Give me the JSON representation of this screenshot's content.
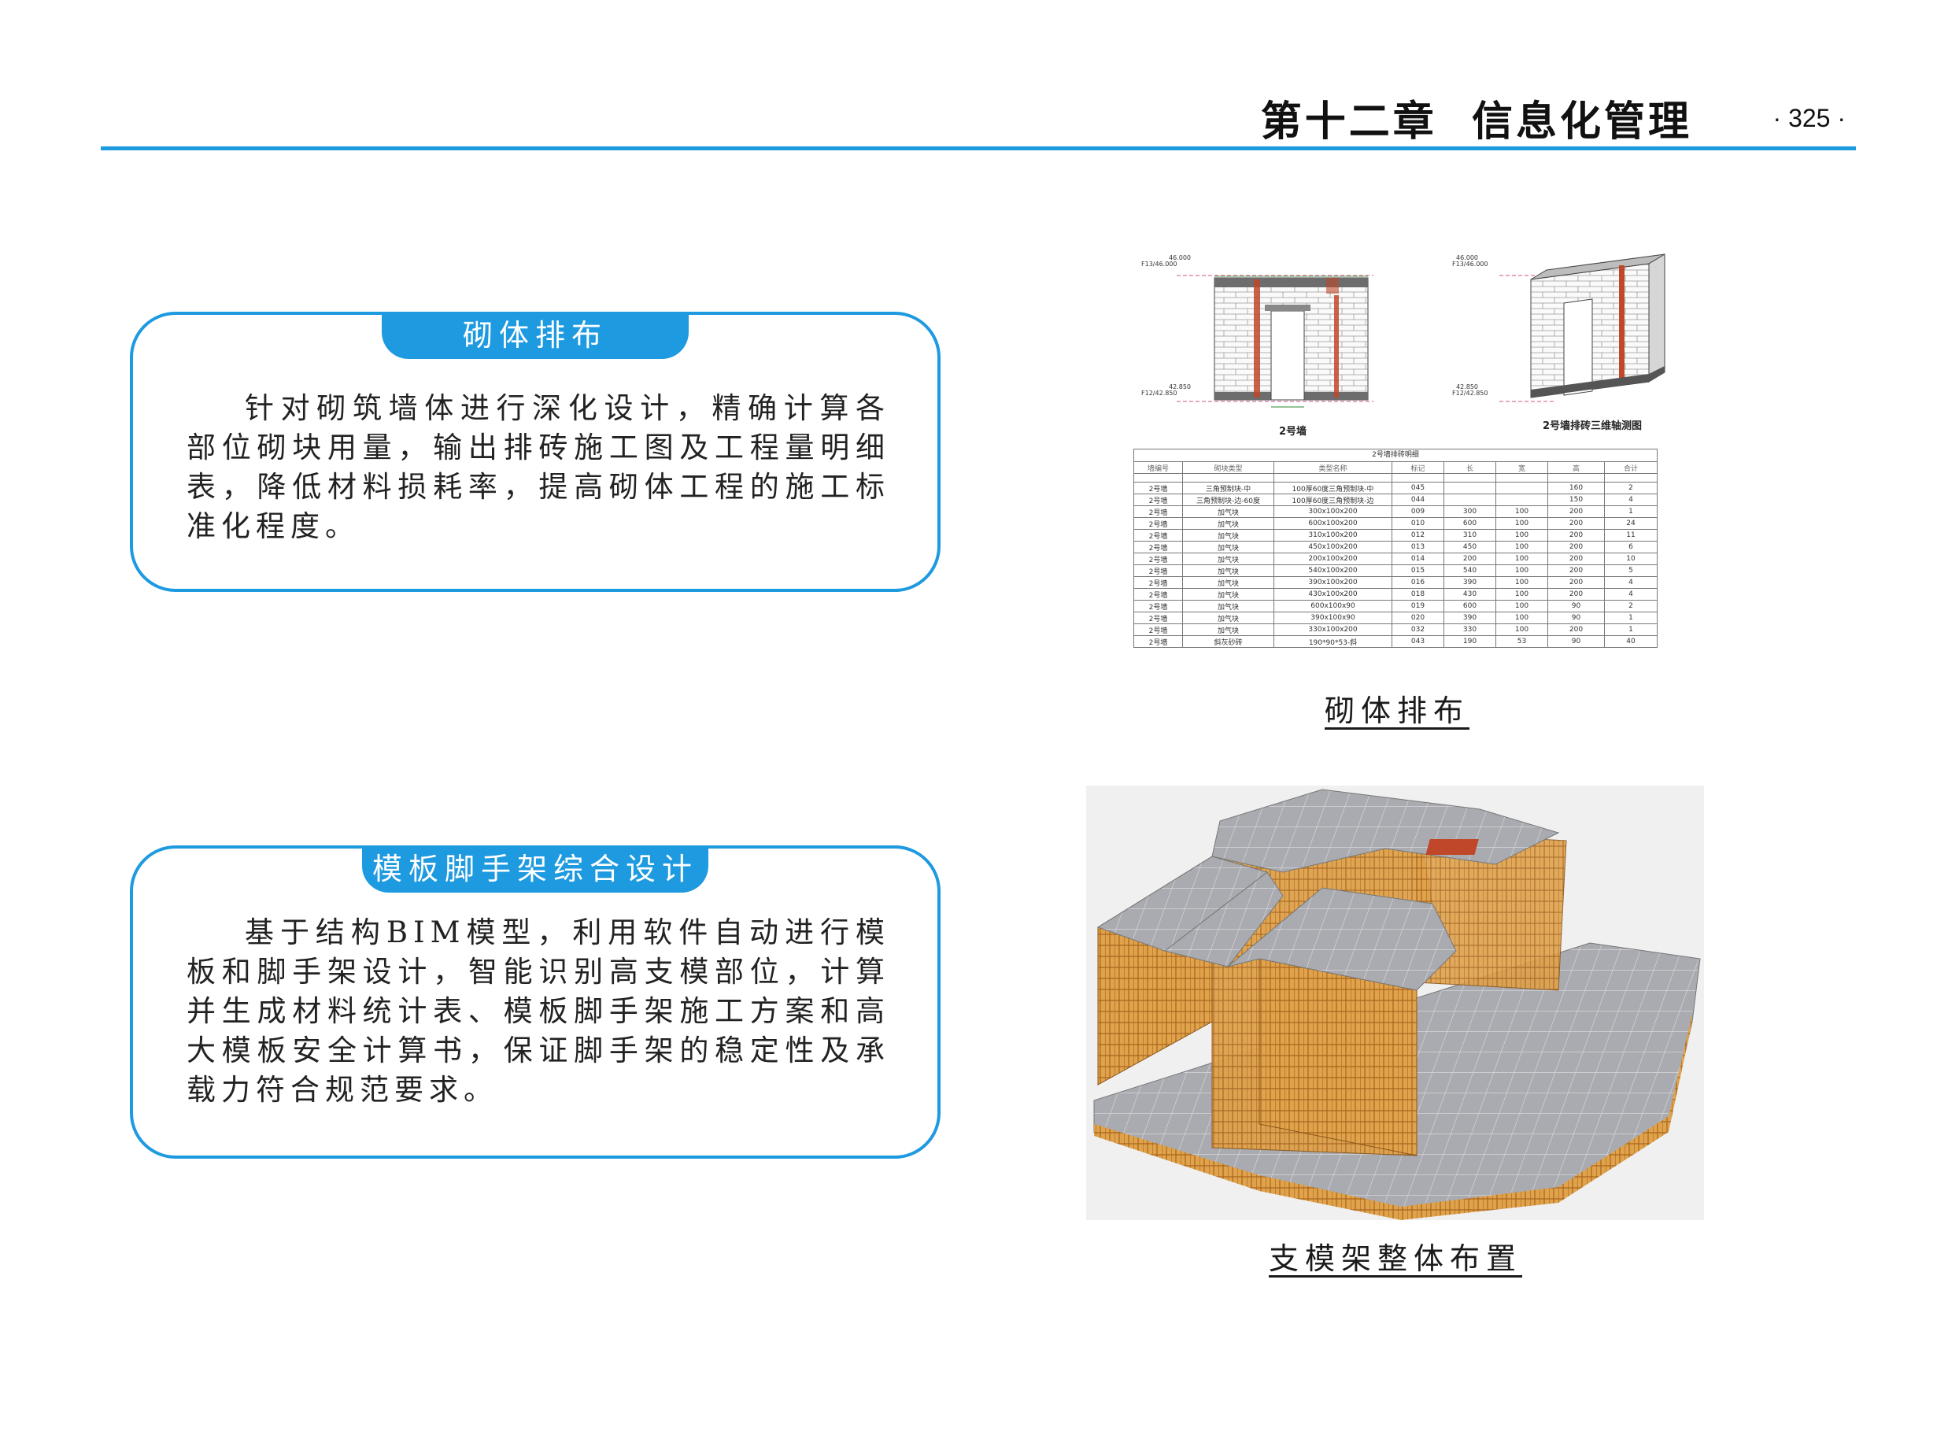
{
  "header": {
    "chapter": "第十二章",
    "section": "信息化管理",
    "page_number": "· 325 ·"
  },
  "panels": [
    {
      "title": "砌体排布",
      "text": "针对砌筑墙体进行深化设计，精确计算各部位砌块用量，输出排砖施工图及工程量明细表，降低材料损耗率，提高砌体工程的施工标准化程度。"
    },
    {
      "title": "模板脚手架综合设计",
      "text": "基于结构BIM模型，利用软件自动进行模板和脚手架设计，智能识别高支模部位，计算并生成材料统计表、模板脚手架施工方案和高大模板安全计算书，保证脚手架的稳定性及承载力符合规范要求。"
    }
  ],
  "figures": {
    "masonry": {
      "caption": "砌体排布",
      "wall_label": "2号墙",
      "iso_label": "2号墙排砖三维轴测图",
      "elev_top_left": "46.000",
      "elev_top_right": "46.000",
      "floor_top_left": "F13/46.000",
      "floor_top_right": "F13/46.000",
      "elev_bottom_left": "42.850",
      "elev_bottom_right": "42.850",
      "floor_bottom_left": "F12/42.850",
      "floor_bottom_right": "F12/42.850",
      "table": {
        "title": "2号墙排砖明细",
        "headers": [
          "墙编号",
          "砌块类型",
          "类型名称",
          "标记",
          "长",
          "宽",
          "高",
          "合计"
        ],
        "rows": [
          [
            "2号墙",
            "三角预制块-中",
            "100厚60度三角预制块-中",
            "045",
            "",
            "",
            "160",
            "2"
          ],
          [
            "2号墙",
            "三角预制块-边-60度",
            "100厚60度三角预制块-边",
            "044",
            "",
            "",
            "150",
            "4"
          ],
          [
            "2号墙",
            "加气块",
            "300x100x200",
            "009",
            "300",
            "100",
            "200",
            "1"
          ],
          [
            "2号墙",
            "加气块",
            "600x100x200",
            "010",
            "600",
            "100",
            "200",
            "24"
          ],
          [
            "2号墙",
            "加气块",
            "310x100x200",
            "012",
            "310",
            "100",
            "200",
            "11"
          ],
          [
            "2号墙",
            "加气块",
            "450x100x200",
            "013",
            "450",
            "100",
            "200",
            "6"
          ],
          [
            "2号墙",
            "加气块",
            "200x100x200",
            "014",
            "200",
            "100",
            "200",
            "10"
          ],
          [
            "2号墙",
            "加气块",
            "540x100x200",
            "015",
            "540",
            "100",
            "200",
            "5"
          ],
          [
            "2号墙",
            "加气块",
            "390x100x200",
            "016",
            "390",
            "100",
            "200",
            "4"
          ],
          [
            "2号墙",
            "加气块",
            "430x100x200",
            "018",
            "430",
            "100",
            "200",
            "4"
          ],
          [
            "2号墙",
            "加气块",
            "600x100x90",
            "019",
            "600",
            "100",
            "90",
            "2"
          ],
          [
            "2号墙",
            "加气块",
            "390x100x90",
            "020",
            "390",
            "100",
            "90",
            "1"
          ],
          [
            "2号墙",
            "加气块",
            "330x100x200",
            "032",
            "330",
            "100",
            "200",
            "1"
          ],
          [
            "2号墙",
            "斜灰砂砖",
            "190*90*53-斜",
            "043",
            "190",
            "53",
            "90",
            "40"
          ]
        ]
      }
    },
    "scaffold": {
      "caption": "支模架整体布置"
    }
  },
  "colors": {
    "accent": "#1e9ae0",
    "scaffold": "#d9922e",
    "slab": "#a9abb0",
    "brick_red": "#c0472a"
  }
}
